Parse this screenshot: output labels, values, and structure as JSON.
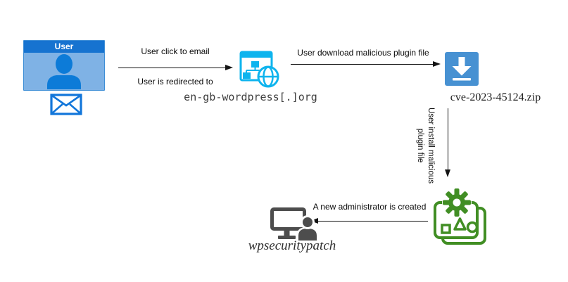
{
  "user": {
    "card_title": "User"
  },
  "flow": {
    "step1": {
      "label_top": "User click to email",
      "label_bottom": "User is redirected to"
    },
    "site": {
      "icon": "website-sitemap-icon",
      "caption": "en-gb-wordpress[.]org"
    },
    "step2": {
      "label": "User download malicious plugin file"
    },
    "download": {
      "icon": "download-icon",
      "caption": "cve-2023-45124.zip"
    },
    "step3": {
      "label": "User install malicious plugin file"
    },
    "plugin": {
      "icon": "plugin-gear-icon"
    },
    "step4": {
      "label": "A new administrator is created"
    },
    "admin": {
      "icon": "computer-user-icon",
      "caption": "wpsecuritypatch"
    }
  },
  "icons": {
    "user_person": "person-icon",
    "email": "envelope-icon",
    "malicious_site": "website-sitemap-icon",
    "file_download": "download-icon",
    "malicious_plugin": "plugin-gear-icon",
    "admin_account": "computer-user-icon"
  },
  "colors": {
    "card_header_blue": "#1673d0",
    "card_body_blue": "#7fb2e5",
    "person_blue": "#0c7bd8",
    "envelope_blue": "#1276da",
    "site_cyan": "#0eb4ee",
    "download_blue": "#4791d2",
    "plugin_green": "#418e24",
    "monitor_gray": "#4d4d4d",
    "arrow_color": "#141414",
    "label_color": "#0a0a0a"
  }
}
